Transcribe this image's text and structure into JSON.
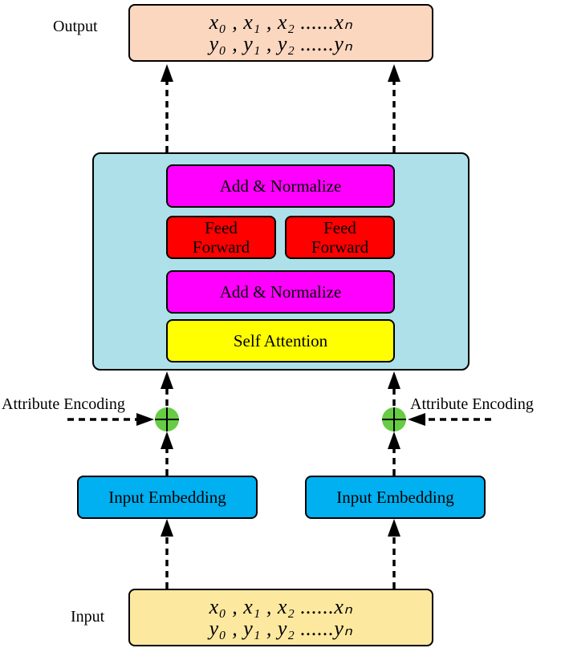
{
  "output": {
    "label": "Output",
    "line1": "x₀ , x₁ , x₂ ......xₙ",
    "line2": "y₀ , y₁ , y₂ ......yₙ"
  },
  "input": {
    "label": "Input",
    "line1": "x₀ , x₁ , x₂ ......xₙ",
    "line2": "y₀ , y₁ , y₂ ......yₙ"
  },
  "encoder": {
    "add_normalize_top": "Add & Normalize",
    "feed_forward_left_1": "Feed",
    "feed_forward_left_2": "Forward",
    "feed_forward_right_1": "Feed",
    "feed_forward_right_2": "Forward",
    "add_normalize_bottom": "Add & Normalize",
    "self_attention": "Self Attention"
  },
  "embedding": {
    "left": "Input Embedding",
    "right": "Input Embedding"
  },
  "attribute": {
    "left": "Attribute Encoding",
    "right": "Attribute Encoding"
  },
  "colors": {
    "output_fill": "#fbd7c0",
    "input_fill": "#fde8a0",
    "encoder_fill": "#aee0ea",
    "add_normalize": "#ff00ff",
    "feed_forward": "#ff0000",
    "self_attention": "#ffff00",
    "embedding": "#00b0f0",
    "adder": "#66cc44"
  }
}
